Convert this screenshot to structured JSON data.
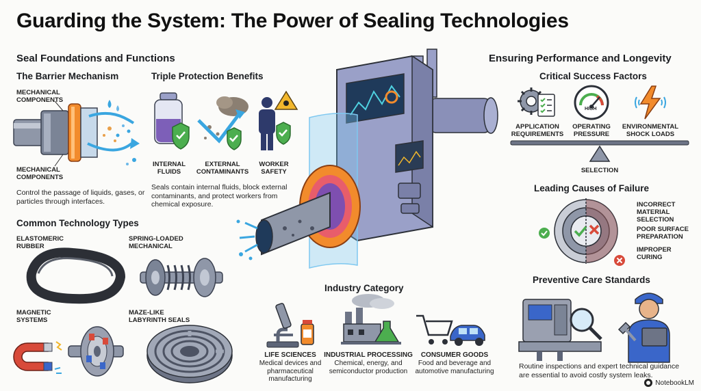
{
  "title": "Guarding the System: The Power of Sealing Technologies",
  "left": {
    "section_title": "Seal Foundations and Functions",
    "barrier": {
      "heading": "The Barrier Mechanism",
      "label_top": "MECHANICAL COMPONENTS",
      "label_bottom": "MECHANICAL COMPONENTS",
      "caption": "Control the passage of liquids, gases, or particles through interfaces."
    },
    "triple": {
      "heading": "Triple Protection Benefits",
      "items": [
        "INTERNAL FLUIDS",
        "EXTERNAL CONTAMINANTS",
        "WORKER SAFETY"
      ],
      "caption": "Seals contain internal fluids, block external contaminants, and protect workers from chemical exposure."
    },
    "types": {
      "heading": "Common Technology Types",
      "items": [
        "ELASTOMERIC RUBBER",
        "SPRING-LOADED MECHANICAL",
        "MAGNETIC SYSTEMS",
        "MAZE-LIKE LABYRINTH SEALS"
      ]
    }
  },
  "center": {
    "industry": {
      "heading": "Industry Category",
      "items": [
        {
          "name": "LIFE SCIENCES",
          "desc": "Medical devices and pharmaceutical manufacturing"
        },
        {
          "name": "INDUSTRIAL PROCESSING",
          "desc": "Chemical, energy, and semiconductor production"
        },
        {
          "name": "CONSUMER GOODS",
          "desc": "Food and beverage and automotive manufacturing"
        }
      ]
    }
  },
  "right": {
    "section_title": "Ensuring Performance and Longevity",
    "success": {
      "heading": "Critical Success Factors",
      "items": [
        "APPLICATION REQUIREMENTS",
        "OPERATING PRESSURE",
        "ENVIRONMENTAL SHOCK LOADS"
      ],
      "gauge_label": "HIGH",
      "scale_label": "SELECTION"
    },
    "failure": {
      "heading": "Leading Causes of Failure",
      "items": [
        "INCORRECT MATERIAL SELECTION",
        "POOR SURFACE PREPARATION",
        "IMPROPER CURING"
      ]
    },
    "care": {
      "heading": "Preventive Care Standards",
      "caption": "Routine inspections and expert technical guidance are essential to avoid costly system leaks."
    }
  },
  "badge": "NotebookLM",
  "colors": {
    "steel": "#8f97a8",
    "steel_dark": "#5d6577",
    "accent_blue": "#3aa6e0",
    "seal_orange": "#f28b2c",
    "shield_green": "#4cae4f",
    "danger_red": "#d84a3a",
    "purple_machine": "#9aa0c8"
  }
}
